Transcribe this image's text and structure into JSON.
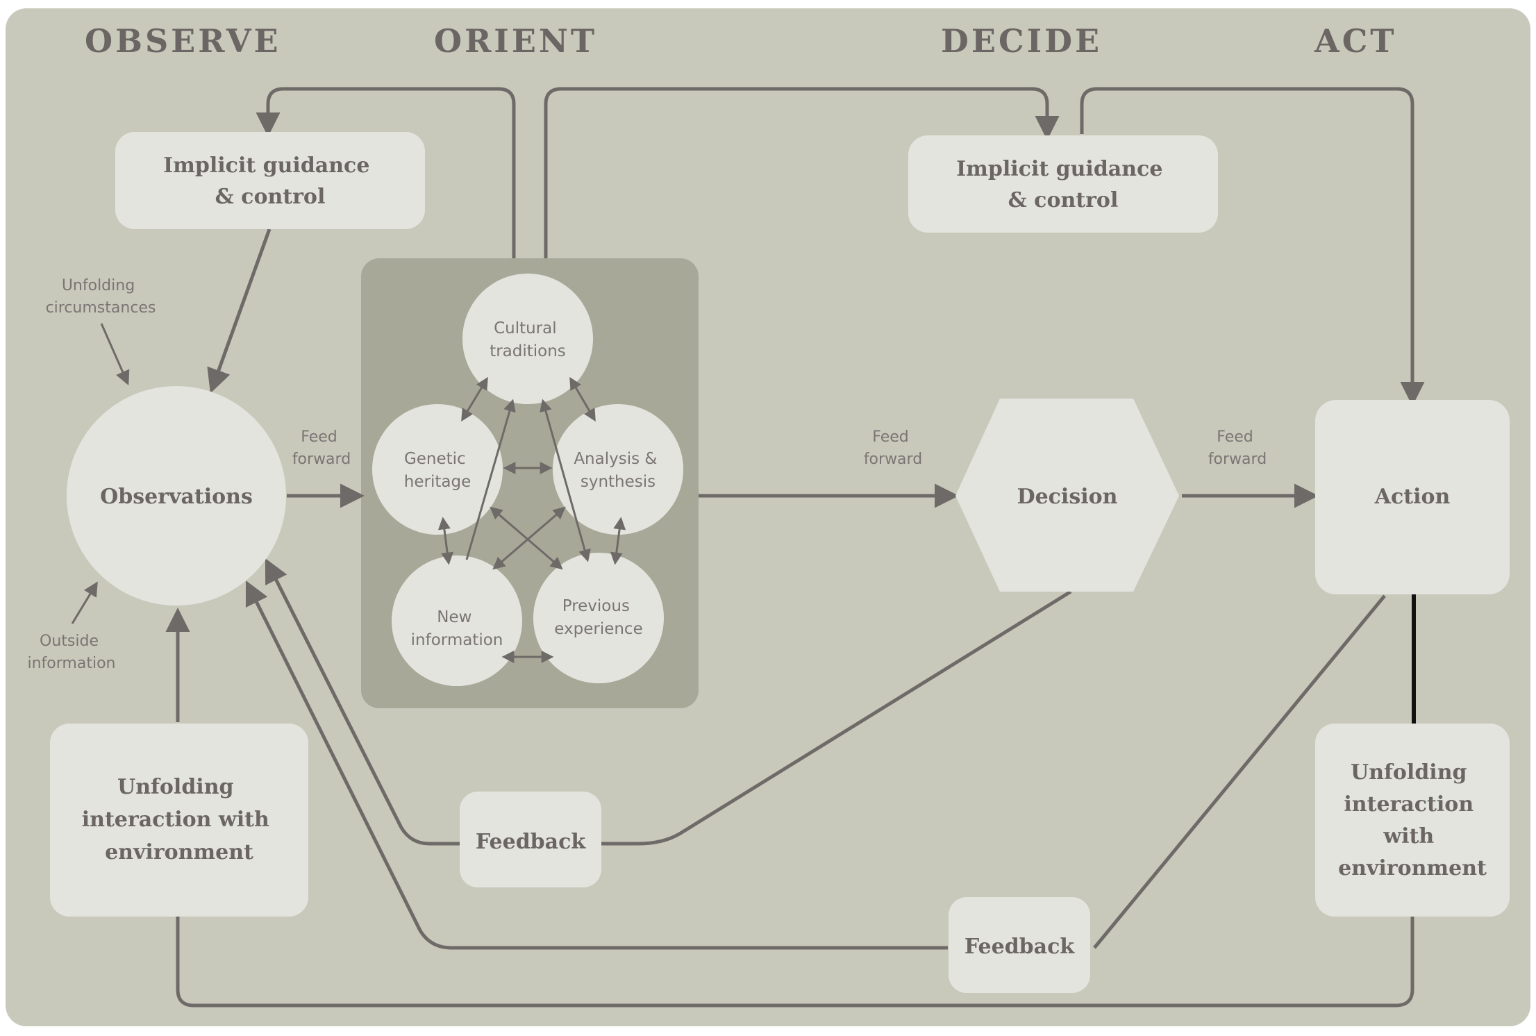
{
  "phases": {
    "observe": "OBSERVE",
    "orient": "ORIENT",
    "decide": "DECIDE",
    "act": "ACT"
  },
  "nodes": {
    "implicit_guidance_left": [
      "Implicit guidance",
      "& control"
    ],
    "implicit_guidance_right": [
      "Implicit guidance",
      "& control"
    ],
    "observations": "Observations",
    "decision": "Decision",
    "action": "Action",
    "unfolding_left": [
      "Unfolding",
      "interaction with",
      "environment"
    ],
    "unfolding_right": [
      "Unfolding",
      "interaction",
      "with",
      "environment"
    ],
    "feedback_1": "Feedback",
    "feedback_2": "Feedback"
  },
  "orient_circles": {
    "cultural": [
      "Cultural",
      "traditions"
    ],
    "genetic": [
      "Genetic",
      "heritage"
    ],
    "analysis": [
      "Analysis &",
      "synthesis"
    ],
    "new_info": [
      "New",
      "information"
    ],
    "previous": [
      "Previous",
      "experience"
    ]
  },
  "annotations": {
    "unfolding_circumstances": [
      "Unfolding",
      "circumstances"
    ],
    "outside_information": [
      "Outside",
      "information"
    ],
    "feed_forward_1": [
      "Feed",
      "forward"
    ],
    "feed_forward_2": [
      "Feed",
      "forward"
    ],
    "feed_forward_3": [
      "Feed",
      "forward"
    ]
  },
  "colors": {
    "background": "#c8c9bb",
    "box": "#e4e4de",
    "orient_panel": "#a8a898",
    "lines": "#6e6a68",
    "text": "#6b6664"
  }
}
